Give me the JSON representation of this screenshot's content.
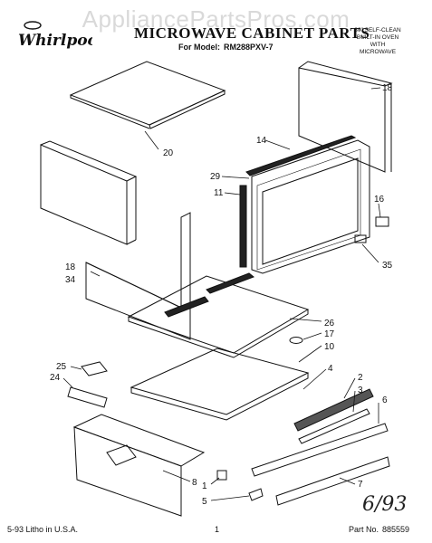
{
  "watermark": "AppliancePartsPros.com",
  "brand": "Whirlpool",
  "header": {
    "title": "MICROWAVE CABINET PARTS",
    "model_prefix": "For Model:",
    "model": "RM288PXV-7",
    "subtitle_lines": [
      "30\" SELF-CLEAN",
      "BUILT-IN OVEN",
      "WITH",
      "MICROWAVE"
    ]
  },
  "part_labels": [
    "20",
    "18",
    "14",
    "29",
    "11",
    "16",
    "35",
    "18",
    "34",
    "26",
    "17",
    "10",
    "25",
    "24",
    "4",
    "2",
    "3",
    "6",
    "8",
    "1",
    "5",
    "7"
  ],
  "handwritten_date": "6/93",
  "footer": {
    "left": "5-93 Litho in U.S.A.",
    "page": "1",
    "part_prefix": "Part No.",
    "part_number": "885559"
  },
  "colors": {
    "line": "#111111",
    "watermark": "#d9d9d9",
    "background": "#ffffff"
  }
}
